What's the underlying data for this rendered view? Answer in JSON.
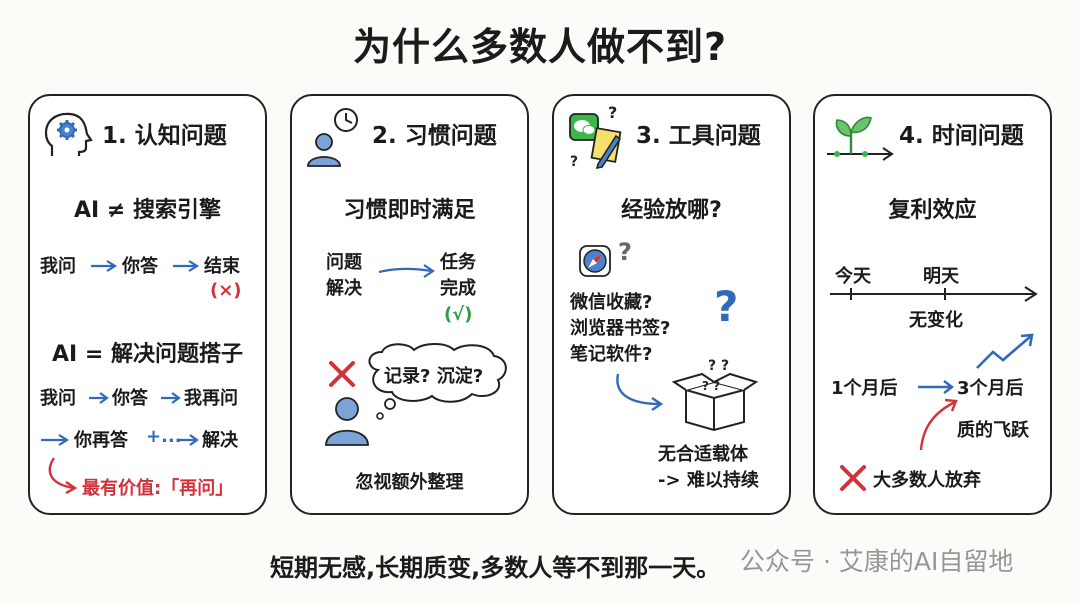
{
  "title": "为什么多数人做不到?",
  "panels": [
    {
      "heading": "1. 认知问题",
      "subtitle": "AI ≠ 搜索引擎",
      "flow1": [
        "我问",
        "你答",
        "结束"
      ],
      "flow1_mark": "(×)",
      "subtitle2": "AI = 解决问题搭子",
      "flow2": [
        "我问",
        "你答",
        "我再问"
      ],
      "flow3": [
        "你再答",
        "+...",
        "解决"
      ],
      "note": "最有价值:「再问」"
    },
    {
      "heading": "2. 习惯问题",
      "subtitle": "习惯即时满足",
      "left_lines": [
        "问题",
        "解决"
      ],
      "right_lines": [
        "任务",
        "完成"
      ],
      "check": "(√)",
      "thought": "记录? 沉淀?",
      "bottom": "忽视额外整理"
    },
    {
      "heading": "3. 工具问题",
      "subtitle": "经验放哪?",
      "places": [
        "微信收藏?",
        "浏览器书签?",
        "笔记软件?"
      ],
      "bottom_lines": [
        "无合适载体",
        "-> 难以持续"
      ]
    },
    {
      "heading": "4. 时间问题",
      "subtitle": "复利效应",
      "today": "今天",
      "tomorrow": "明天",
      "no_change": "无变化",
      "one_month": "1个月后",
      "three_months": "3个月后",
      "leap": "质的飞跃",
      "give_up": "大多数人放弃"
    }
  ],
  "footer": "短期无感,长期质变,多数人等不到那一天。",
  "watermark": "公众号 · 艾康的AI自留地",
  "colors": {
    "blue": "#2f6bb8",
    "red": "#d2333a",
    "green": "#2c9c47",
    "ink": "#222222"
  },
  "icons": [
    "head-gear-icon",
    "person-clock-icon",
    "wechat-notepad-icon",
    "sprout-icon",
    "cross-icon",
    "compass-icon",
    "box-icon"
  ]
}
